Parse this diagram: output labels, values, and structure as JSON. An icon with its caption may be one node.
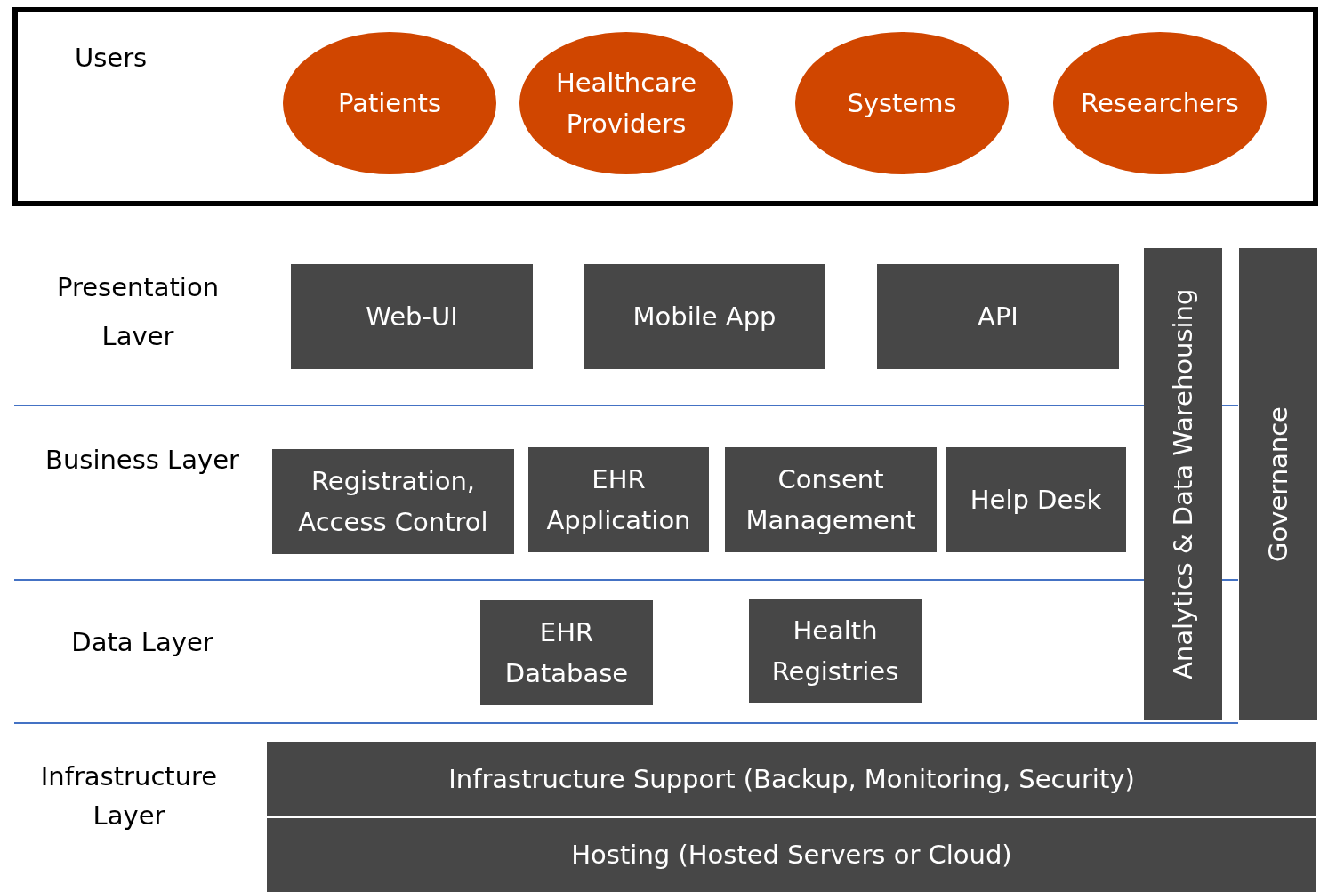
{
  "diagram": {
    "nodes": [
      {
        "text": [
          "Users"
        ]
      },
      {
        "text": [
          "Patients"
        ],
        "in": 0
      },
      {
        "text": [
          "Healthcare Providers"
        ],
        "in": 0
      },
      {
        "text": [
          "Systems"
        ],
        "in": 0
      },
      {
        "text": [
          "Researchers"
        ],
        "in": 0
      },
      {
        "text": [
          "Web-UI"
        ]
      },
      {
        "text": [
          "Mobile App"
        ]
      },
      {
        "text": [
          "API"
        ]
      },
      {
        "text": [
          "Analytics & Data Warehousing"
        ]
      },
      {
        "text": [
          "Governance"
        ]
      },
      {
        "text": [
          "Registration, Access Control"
        ]
      },
      {
        "text": [
          "EHR Application"
        ]
      },
      {
        "text": [
          "Consent Management"
        ]
      },
      {
        "text": [
          "Help Desk"
        ]
      },
      {
        "text": [
          "EHR Database"
        ]
      },
      {
        "text": [
          "Health Registries"
        ]
      },
      {
        "text": [
          "Infrastructure Support (Backup, Monitoring, Security)"
        ]
      },
      {
        "text": [
          "Hosting (Hosted Servers or Cloud)"
        ]
      }
    ],
    "edges": [],
    "labels": [
      "Presentation Laver",
      "Business Layer",
      "Data Layer",
      "Infrastructure Layer"
    ]
  }
}
